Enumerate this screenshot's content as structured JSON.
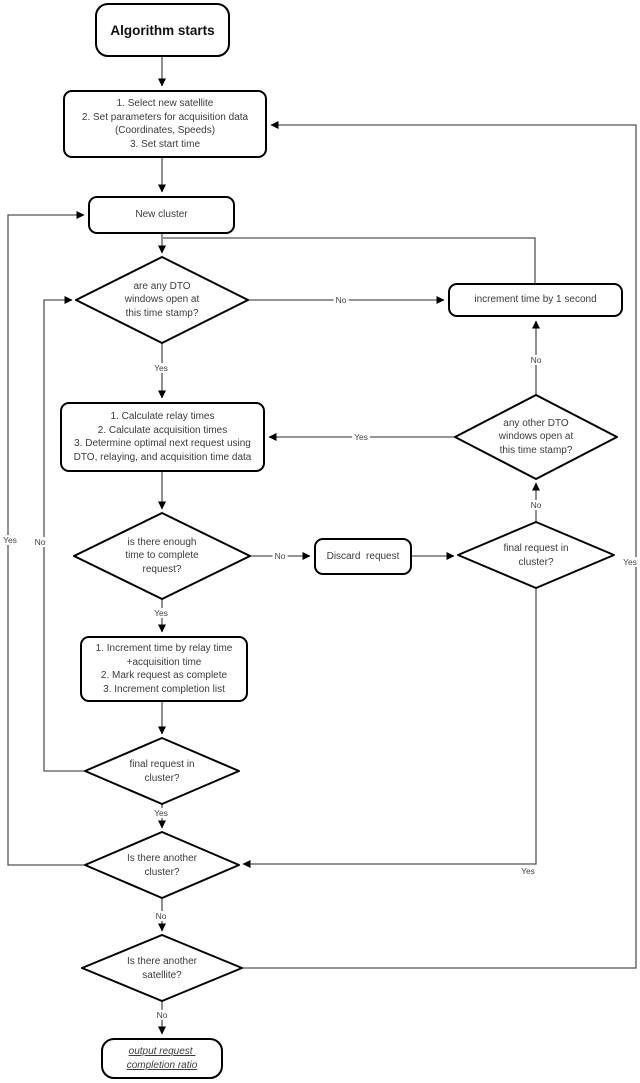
{
  "nodes": {
    "start": {
      "label": "Algorithm starts"
    },
    "setup": {
      "lines": [
        "1. Select new satellite",
        "2. Set parameters for acquisition data",
        "(Coordinates, Speeds)",
        "3. Set start time"
      ]
    },
    "new_cluster": {
      "label": "New cluster"
    },
    "d_dto_open": {
      "lines": [
        "are any DTO",
        "windows open at",
        "this time stamp?"
      ]
    },
    "increment_second": {
      "label": "increment time by 1 second"
    },
    "calc": {
      "lines": [
        "1. Calculate relay times",
        "2. Calculate acquisition times",
        "3. Determine optimal next request using",
        "DTO, relaying, and acquisition time data"
      ]
    },
    "d_other_dto": {
      "lines": [
        "any other DTO",
        "windows open at",
        "this time stamp?"
      ]
    },
    "d_enough_time": {
      "lines": [
        "is there enough",
        "time to complete",
        "request?"
      ]
    },
    "discard": {
      "label": "Discard  request"
    },
    "d_final_right": {
      "lines": [
        "final request in",
        "cluster?"
      ]
    },
    "increment_complete": {
      "lines": [
        "1. Increment time by relay time",
        "+acquisition time",
        "2. Mark request as complete",
        "3. Increment completion list"
      ]
    },
    "d_final_left": {
      "lines": [
        "final request in",
        "cluster?"
      ]
    },
    "d_another_cluster": {
      "lines": [
        "Is there another",
        "cluster?"
      ]
    },
    "d_another_satellite": {
      "lines": [
        "Is there another",
        "satellite?"
      ]
    },
    "output": {
      "lines": [
        "output request ",
        "completion ratio"
      ]
    }
  },
  "edge_labels": {
    "dto_open_no": "No",
    "dto_open_yes": "Yes",
    "other_dto_yes": "Yes",
    "other_dto_no": "No",
    "enough_no": "No",
    "enough_yes": "Yes",
    "final_right_no": "No",
    "final_right_yes": "Yes",
    "final_left_no": "No",
    "final_left_yes": "Yes",
    "another_cluster_yes": "Yes",
    "another_cluster_no": "No",
    "another_satellite_no": "No",
    "another_satellite_yes": "Yes"
  },
  "colors": {
    "background": "#ffffff",
    "node_border": "#000000",
    "edge": "#545454",
    "text": "#3b3b3b"
  }
}
